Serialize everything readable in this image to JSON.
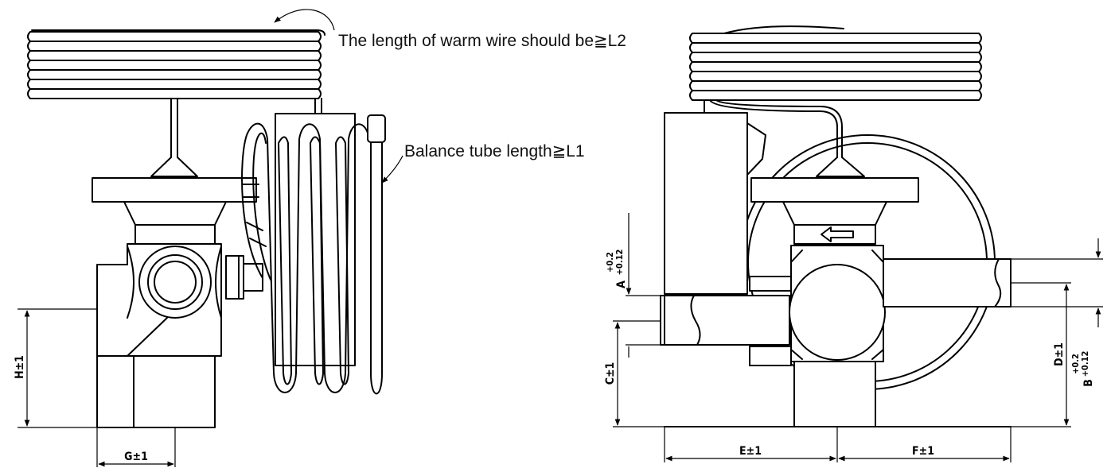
{
  "notes": {
    "warm_wire": "The length of warm wire should be≧L2",
    "balance_tube": "Balance tube length≧L1"
  },
  "dimensions": {
    "H": "H±1",
    "G": "G±1",
    "A_main": "A",
    "A_tol_upper": "+0.2",
    "A_tol_lower": "+0.12",
    "C": "C±1",
    "E": "E±1",
    "F": "F±1",
    "D": "D±1",
    "B_main": "B",
    "B_tol_upper": "+0.2",
    "B_tol_lower": "+0.12"
  },
  "colors": {
    "line": "#000000",
    "background": "#ffffff"
  }
}
